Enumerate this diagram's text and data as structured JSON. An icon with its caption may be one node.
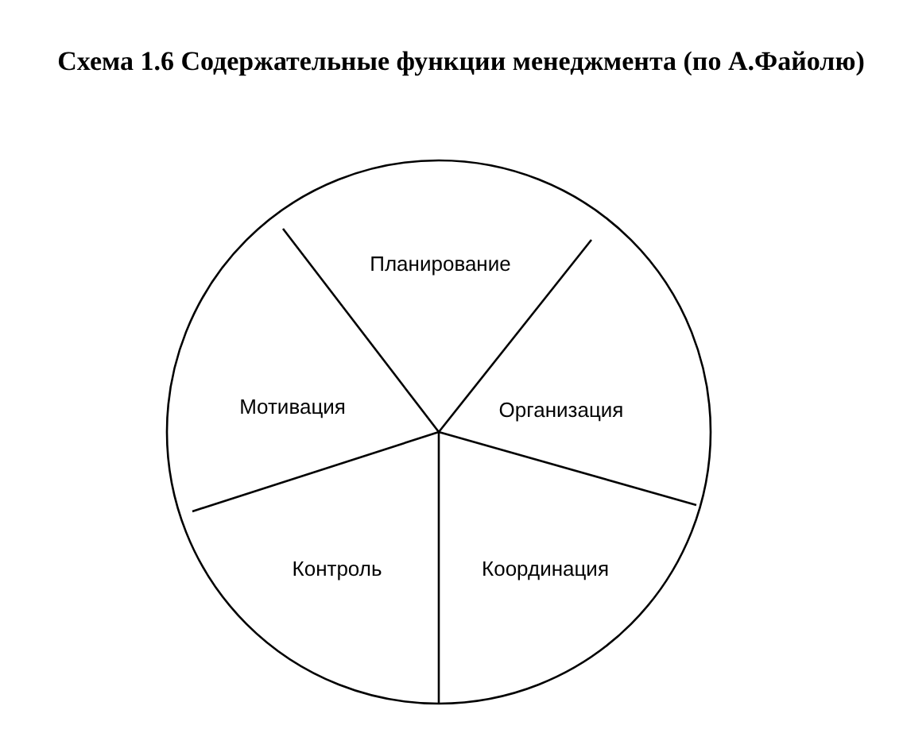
{
  "diagram": {
    "title": "Схема 1.6  Содержательные функции менеджмента (по А.Файолю)",
    "nodes": [
      {
        "text": [
          "Планирование"
        ]
      },
      {
        "text": [
          "Организация"
        ]
      },
      {
        "text": [
          "Координация"
        ]
      },
      {
        "text": [
          "Контроль"
        ]
      },
      {
        "text": [
          "Мотивация"
        ]
      }
    ]
  }
}
